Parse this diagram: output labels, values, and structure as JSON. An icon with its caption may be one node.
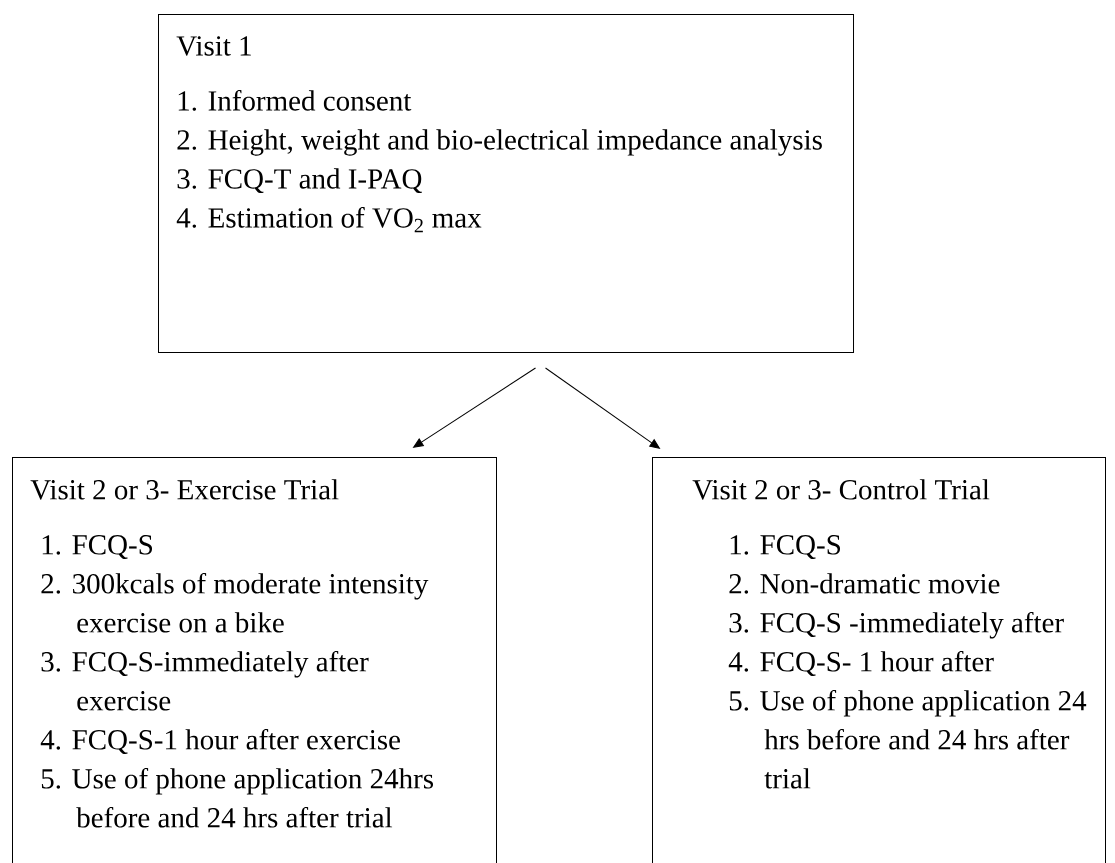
{
  "diagram": {
    "nodes": [
      {
        "text": [
          "Visit 1",
          "1. Informed consent",
          "2. Height, weight and bio-electrical impedance analysis",
          "3. FCQ-T and I-PAQ",
          "4. Estimation of VO$_{2}$ max"
        ]
      },
      {
        "text": [
          "Visit 2 or 3- Exercise Trial",
          "1. FCQ-S",
          "2. 300kcals of moderate intensity exercise on a bike",
          "3. FCQ-S-immediately after exercise",
          "4. FCQ-S-1 hour after exercise",
          "5. Use of phone application 24hrs before and 24 hrs after trial"
        ]
      },
      {
        "text": [
          "Visit 2 or 3- Control Trial",
          "1. FCQ-S",
          "2. Non-dramatic movie",
          "3. FCQ-S -immediately after",
          "4. FCQ-S- 1 hour after",
          "5. Use of phone application 24 hrs before and 24 hrs after trial"
        ]
      }
    ],
    "edges": [
      {
        "from": 0,
        "to": 1,
        "arrow": "to"
      },
      {
        "from": 0,
        "to": 2,
        "arrow": "to"
      }
    ]
  }
}
